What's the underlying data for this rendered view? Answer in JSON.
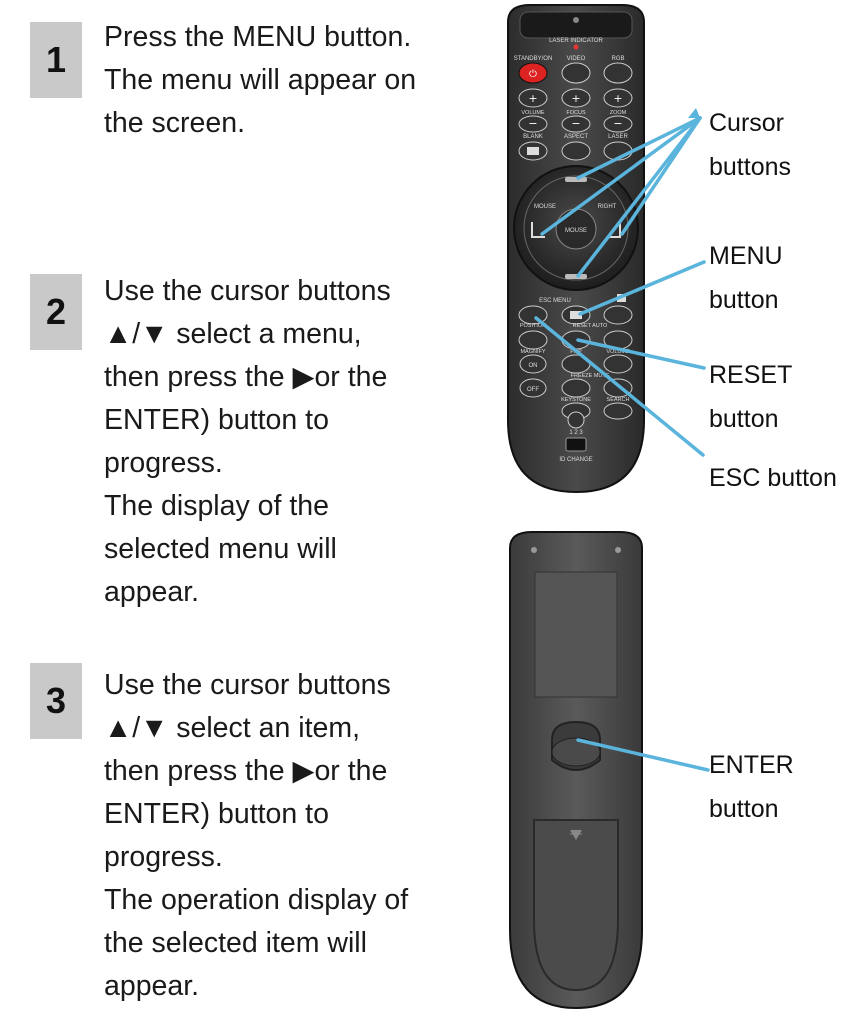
{
  "steps": [
    {
      "number": "1",
      "lines": [
        "Press the MENU button.",
        "The menu will appear on",
        "the screen."
      ]
    },
    {
      "number": "2",
      "lines": [
        "Use the cursor buttons",
        "▲/▼ select a menu,",
        "then press the ▶or the",
        "ENTER) button to",
        "progress.",
        "The display of the",
        "selected menu will",
        "appear."
      ]
    },
    {
      "number": "3",
      "lines": [
        "Use the cursor buttons",
        "▲/▼ select an item,",
        "then press the ▶or the",
        "ENTER) button to",
        "progress.",
        "The operation display of",
        "the selected item will",
        "appear."
      ]
    }
  ],
  "callouts": {
    "cursor": [
      "Cursor",
      "buttons"
    ],
    "menu": [
      "MENU",
      "button"
    ],
    "reset": [
      "RESET",
      "button"
    ],
    "esc": [
      "ESC button"
    ],
    "enter": [
      "ENTER",
      "button"
    ]
  },
  "remote_labels": {
    "laser_indicator": "LASER INDICATOR",
    "standby": "STANDBY/ON",
    "video": "VIDEO",
    "rgb": "RGB",
    "vol": "VOLUME",
    "focus": "FOCUS",
    "zoom": "ZOOM",
    "blank": "BLANK",
    "aspect": "ASPECT",
    "laser": "LASER",
    "mouse": "MOUSE",
    "right": "RIGHT",
    "esc_menu": "ESC  MENU",
    "position": "POSITION",
    "reset_auto": "RESET  AUTO",
    "magnify": "MAGNIFY",
    "on": "ON",
    "off": "OFF",
    "pinp": "PinP",
    "volume": "VOLUME",
    "freeze_mute": "FREEZE MUTE",
    "keystone": "KEYSTONE",
    "search": "SEARCH",
    "id": "1 2 3",
    "id_change": "ID CHANGE"
  },
  "colors": {
    "step_box": "#c9c9c9",
    "callout_line": "#5ab4dc",
    "remote_body": "#3a3a3a"
  }
}
